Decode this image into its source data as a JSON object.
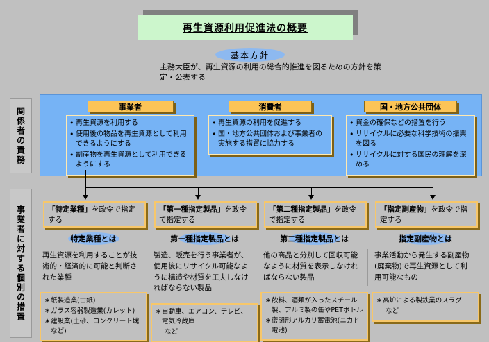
{
  "title": "再生資源利用促進法の概要",
  "policy": {
    "heading": "基本方針",
    "description": "主務大臣が、再生資源の利用の総合的推進を図るための方針を策定・公表する"
  },
  "section_labels": {
    "duties": "関係者の責務",
    "measures": "事業者に対する個別の措置"
  },
  "parties": [
    {
      "name": "事業者",
      "duties": [
        "再生資源を利用する",
        "使用後の物品を再生資源として利用できるようにする",
        "副産物を再生資源として利用できるようにする"
      ]
    },
    {
      "name": "消費者",
      "duties": [
        "再生資源の利用を促進する",
        "国・地方公共団体および事業者の実施する措置に協力する"
      ]
    },
    {
      "name": "国・地方公共団体",
      "duties": [
        "資金の確保などの措置を行う",
        "リサイクルに必要な科学技術の振興を図る",
        "リサイクルに対する国民の理解を深める"
      ]
    }
  ],
  "designations": [
    {
      "quoted": "「特定業種」",
      "rest": "を政令で指定する"
    },
    {
      "quoted": "「第一種指定製品」",
      "rest": "を政令で指定する"
    },
    {
      "quoted": "「第二種指定製品」",
      "rest": "を政令で指定する"
    },
    {
      "quoted": "「指定副産物」",
      "rest": "を政令で指定する"
    }
  ],
  "terms": [
    {
      "title": "特定業種とは",
      "description": "再生資源を利用することが技術的・経済的に可能と判断された業種",
      "examples": [
        "紙製造業(古紙)",
        "ガラス容器製造業(カレット)",
        "建設業(土砂、コンクリート塊など)"
      ]
    },
    {
      "title": "第一種指定製品とは",
      "description": "製造、販売を行う事業者が、使用後にリサイクル可能なように構造や材質を工夫しなければならない製品",
      "examples": [
        "自動車、エアコン、テレビ、電気冷蔵庫",
        "など"
      ]
    },
    {
      "title": "第二種指定製品とは",
      "description": "他の商品と分別して回収可能なように材質を表示しなければならない製品",
      "examples": [
        "飲料、酒類が入ったスチール製、アルミ製の缶やPETボトル",
        "密閉形アルカリ蓄電池(ニカド電池)"
      ]
    },
    {
      "title": "指定副産物とは",
      "description": "事業活動から発生する副産物(廃棄物)で再生資源として利用可能なもの",
      "examples": [
        "高炉による製鉄業のスラグ",
        "など"
      ]
    }
  ],
  "colors": {
    "background": "#c0c0c0",
    "title_bg": "#ccf6cc",
    "panel_blue": "#76b3f5",
    "header_orange": "#fcc457",
    "ellipse_blue": "#8db9f0",
    "box_border": "#f7c76a",
    "shadow": "#8a6a18"
  }
}
